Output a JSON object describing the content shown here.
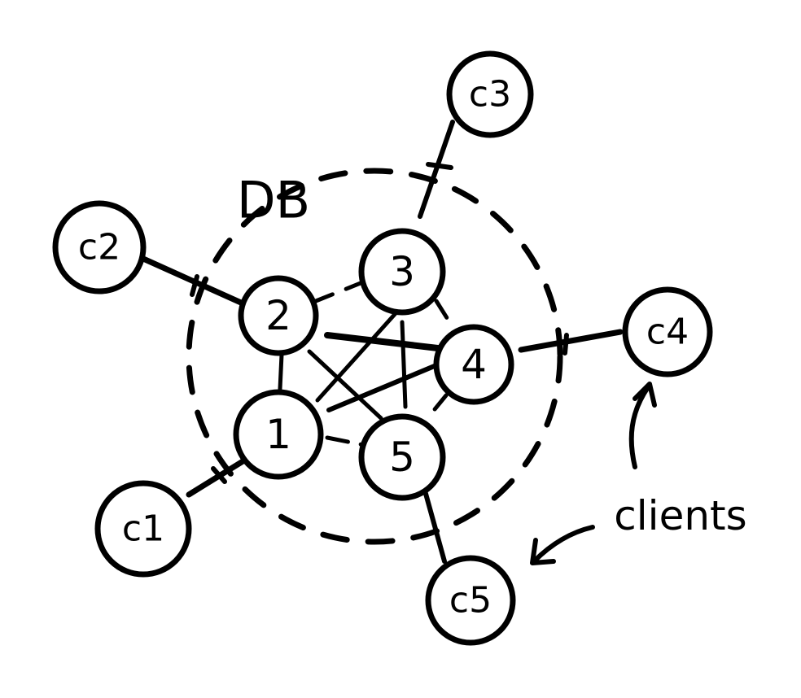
{
  "diagram": {
    "cluster_label": "DB",
    "annotation_label": "clients",
    "db_nodes": [
      {
        "id": "n1",
        "label": "1"
      },
      {
        "id": "n2",
        "label": "2"
      },
      {
        "id": "n3",
        "label": "3"
      },
      {
        "id": "n4",
        "label": "4"
      },
      {
        "id": "n5",
        "label": "5"
      }
    ],
    "client_nodes": [
      {
        "id": "c1",
        "label": "c1",
        "connects_to": "n1"
      },
      {
        "id": "c2",
        "label": "c2",
        "connects_to": "n2"
      },
      {
        "id": "c3",
        "label": "c3",
        "connects_to": "n3"
      },
      {
        "id": "c4",
        "label": "c4",
        "connects_to": "n4"
      },
      {
        "id": "c5",
        "label": "c5",
        "connects_to": "n5"
      }
    ],
    "db_links": [
      [
        "n1",
        "n2"
      ],
      [
        "n1",
        "n3"
      ],
      [
        "n1",
        "n4"
      ],
      [
        "n1",
        "n5"
      ],
      [
        "n2",
        "n3"
      ],
      [
        "n2",
        "n4"
      ],
      [
        "n2",
        "n5"
      ],
      [
        "n3",
        "n4"
      ],
      [
        "n3",
        "n5"
      ],
      [
        "n4",
        "n5"
      ]
    ],
    "ink_color": "#000000",
    "background_color": "#ffffff"
  }
}
